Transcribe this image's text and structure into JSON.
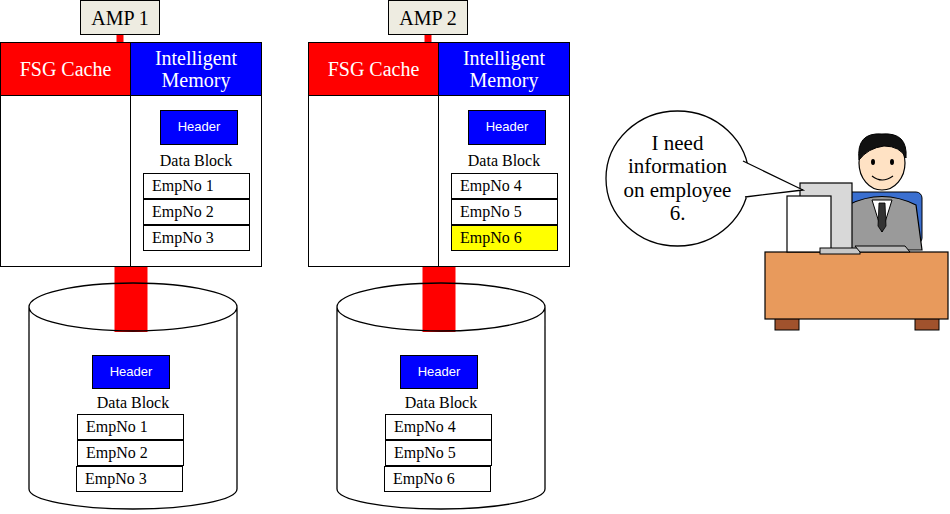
{
  "diagram": {
    "nodes": [
      {
        "text": [
          "AMP 1"
        ]
      },
      {
        "text": [
          "FSG Cache"
        ]
      },
      {
        "text": [
          "Intelligent Memory",
          "Data Block"
        ]
      },
      {
        "text": [
          "Header"
        ],
        "in": 2
      },
      {
        "text": [
          "EmpNo 1"
        ],
        "in": 2
      },
      {
        "text": [
          "EmpNo 2"
        ],
        "in": 2
      },
      {
        "text": [
          "EmpNo 3"
        ],
        "in": 2
      },
      {
        "text": [
          "Data Block"
        ]
      },
      {
        "text": [
          "Header"
        ],
        "in": 7
      },
      {
        "text": [
          "EmpNo 1"
        ],
        "in": 7
      },
      {
        "text": [
          "EmpNo 2"
        ],
        "in": 7
      },
      {
        "text": [
          "EmpNo 3"
        ],
        "in": 7
      },
      {
        "text": [
          "AMP 2"
        ]
      },
      {
        "text": [
          "FSG Cache"
        ]
      },
      {
        "text": [
          "Intelligent Memory",
          "Data Block"
        ]
      },
      {
        "text": [
          "Header"
        ],
        "in": 14
      },
      {
        "text": [
          "EmpNo 4"
        ],
        "in": 14
      },
      {
        "text": [
          "EmpNo 5"
        ],
        "in": 14
      },
      {
        "text": [
          "EmpNo 6"
        ],
        "in": 14
      },
      {
        "text": [
          "Data Block"
        ]
      },
      {
        "text": [
          "Header"
        ],
        "in": 19
      },
      {
        "text": [
          "EmpNo 4"
        ],
        "in": 19
      },
      {
        "text": [
          "EmpNo 5"
        ],
        "in": 19
      },
      {
        "text": [
          "EmpNo 6"
        ],
        "in": 19
      },
      {
        "text": [
          "I need information on employee 6."
        ]
      }
    ],
    "edges": [
      {
        "from": 0,
        "to": 1,
        "arrow": "none"
      },
      {
        "from": 1,
        "to": 7,
        "arrow": "none"
      },
      {
        "from": 12,
        "to": 13,
        "arrow": "none"
      },
      {
        "from": 13,
        "to": 19,
        "arrow": "none"
      }
    ]
  }
}
